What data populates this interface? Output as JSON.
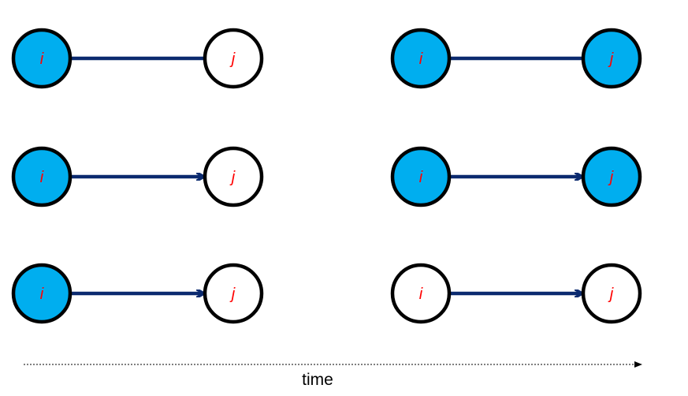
{
  "colors": {
    "infected_fill": "#00aeef",
    "empty_fill": "#ffffff",
    "node_stroke": "#000000",
    "edge": "#0b2a6f",
    "label": "#ff0000",
    "time_axis": "#000000"
  },
  "node_labels": {
    "source": "i",
    "target": "j"
  },
  "rows": [
    {
      "edge_type": "undirected",
      "before": {
        "i_filled": true,
        "j_filled": false
      },
      "after": {
        "i_filled": true,
        "j_filled": true
      }
    },
    {
      "edge_type": "directed",
      "before": {
        "i_filled": true,
        "j_filled": false
      },
      "after": {
        "i_filled": true,
        "j_filled": true
      }
    },
    {
      "edge_type": "directed",
      "before": {
        "i_filled": true,
        "j_filled": false
      },
      "after": {
        "i_filled": false,
        "j_filled": false
      }
    }
  ],
  "time_axis": {
    "label": "time",
    "style": "dashed",
    "direction": "right"
  }
}
